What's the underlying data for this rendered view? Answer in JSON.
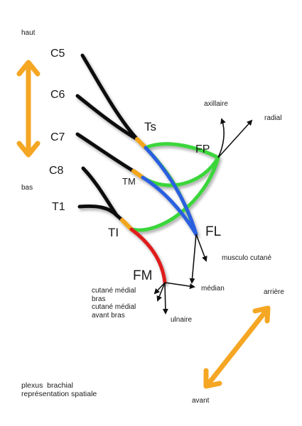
{
  "roots": [
    "C5",
    "C6",
    "C7",
    "C8",
    "T1"
  ],
  "trunks": {
    "superior": "Ts",
    "middle": "TM",
    "inferior": "TI"
  },
  "cords": {
    "posterior": "FP",
    "lateral": "FL",
    "medial": "FM"
  },
  "nerves": {
    "axillary": "axillaire",
    "radial": "radial",
    "musculocutaneous": "musculo cutané",
    "median": "médian",
    "ulnar": "ulnaire",
    "medial_cutaneous_arm": [
      "cutané médial",
      "bras"
    ],
    "medial_cutaneous_forearm": [
      "cutané médial",
      "avant bras"
    ]
  },
  "orientation": {
    "up": "haut",
    "down": "bas",
    "back": "arrière",
    "front": "avant"
  },
  "caption": [
    "plexus  brachial",
    "représentation spatiale"
  ],
  "colors": {
    "roots": "#111111",
    "junction": "#f3a51f",
    "posterior": "#3ad63a",
    "lateral": "#2a5fe0",
    "medial": "#e01f1f",
    "arrow": "#f5a623",
    "nerve": "#111111"
  }
}
